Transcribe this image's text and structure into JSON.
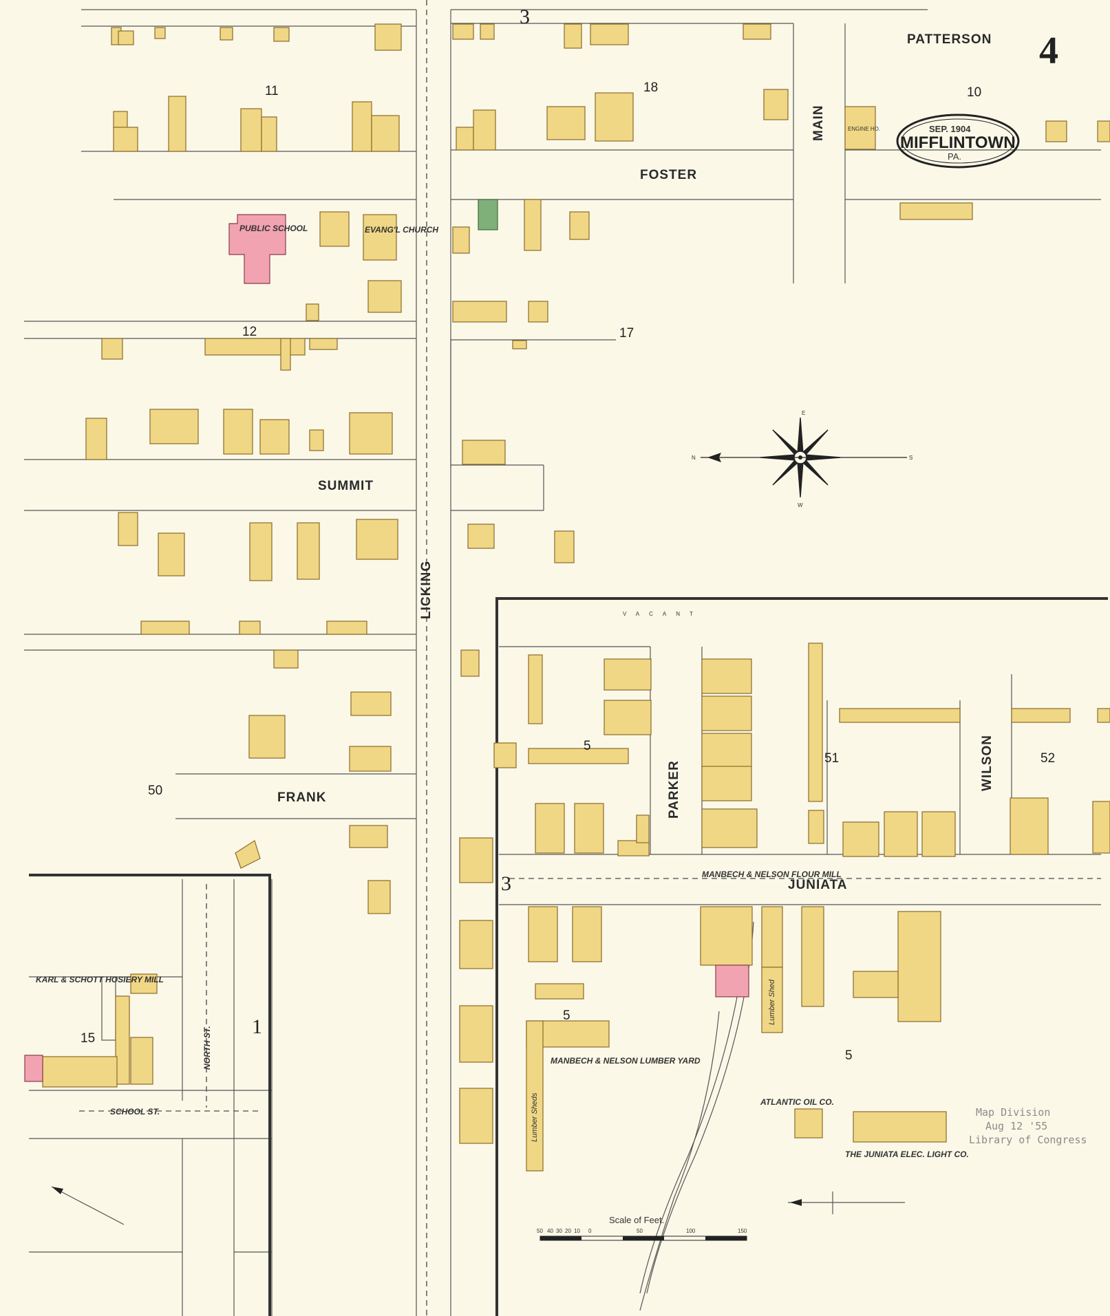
{
  "sheet_number": "4",
  "title": {
    "date": "SEP. 1904",
    "town": "MIFFLINTOWN",
    "state": "PA."
  },
  "streets": {
    "patterson": "PATTERSON",
    "foster": "FOSTER",
    "main": "MAIN",
    "summit": "SUMMIT",
    "licking": "LICKING",
    "frank": "FRANK",
    "parker": "PARKER",
    "wilson": "WILSON",
    "juniata": "JUNIATA",
    "north_st": "NORTH ST.",
    "school_st": "SCHOOL ST."
  },
  "block_numbers": [
    "11",
    "18",
    "10",
    "12",
    "17",
    "51",
    "52",
    "50",
    "15",
    "5",
    "5",
    "5",
    "1"
  ],
  "sheet_refs": [
    "3",
    "3"
  ],
  "labels": {
    "public_school": "PUBLIC SCHOOL",
    "evangl_church": "EVANG'L CHURCH",
    "engine_ho": "ENGINE HO.",
    "hosiery_mill": "KARL & SCHOTT HOSIERY MILL",
    "flour_mill": "MANBECH & NELSON FLOUR MILL",
    "lumber_yard": "MANBECH & NELSON LUMBER YARD",
    "atlantic_oil": "ATLANTIC OIL CO.",
    "elec_light": "THE JUNIATA ELEC. LIGHT CO.",
    "lumber_sheds": "Lumber Sheds",
    "lumber_shed": "Lumber Shed",
    "vacant": "VACANT"
  },
  "scale": {
    "label": "Scale of Feet.",
    "ticks": [
      "50",
      "40",
      "30",
      "20",
      "10",
      "0",
      "50",
      "100",
      "150"
    ]
  },
  "stamp": {
    "line1": "Map Division",
    "line2": "Aug 12 '55",
    "line3": "Library of Congress"
  },
  "compass": {
    "n": "N",
    "e": "E",
    "s": "S",
    "w": "W"
  }
}
